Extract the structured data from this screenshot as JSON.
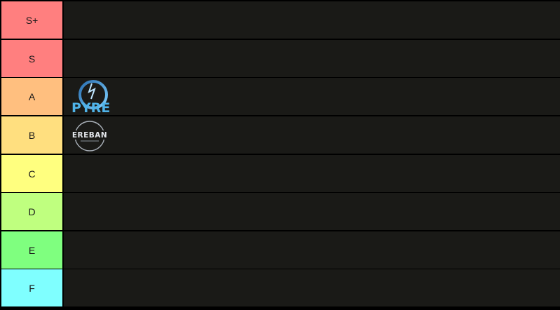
{
  "tiers": [
    {
      "label": "S+",
      "color": "#ff7f7f",
      "items": []
    },
    {
      "label": "S",
      "color": "#ff7f7f",
      "items": []
    },
    {
      "label": "A",
      "color": "#ffbf7f",
      "items": [
        "pyre-logo"
      ]
    },
    {
      "label": "B",
      "color": "#ffdf7f",
      "items": [
        "ereban-logo"
      ]
    },
    {
      "label": "C",
      "color": "#ffff7f",
      "items": []
    },
    {
      "label": "D",
      "color": "#bfff7f",
      "items": []
    },
    {
      "label": "E",
      "color": "#7fff7f",
      "items": []
    },
    {
      "label": "F",
      "color": "#7fffff",
      "items": []
    }
  ],
  "logos": {
    "pyre": {
      "text": "PYRE",
      "accent": "#4fb3e8"
    },
    "ereban": {
      "text": "EREBAN",
      "accent": "#d9dde2"
    }
  }
}
